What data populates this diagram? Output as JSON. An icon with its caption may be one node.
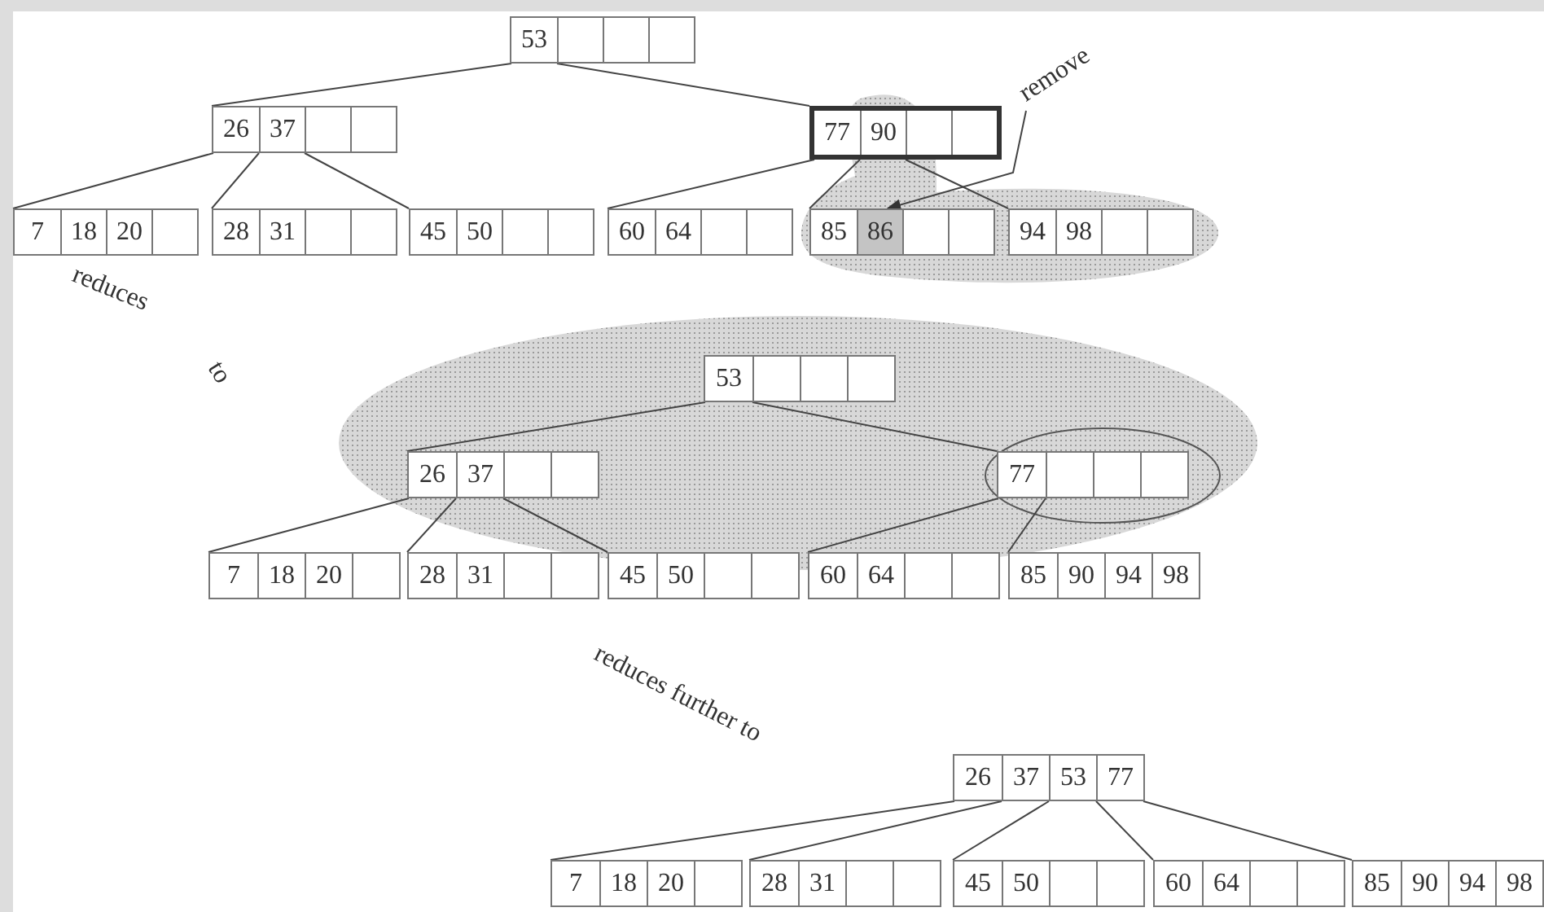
{
  "diagram": {
    "nodes": [
      {
        "text": [
          "53"
        ]
      },
      {
        "text": [
          "26",
          "37"
        ]
      },
      {
        "text": [
          "77",
          "90"
        ]
      },
      {
        "text": [
          "7",
          "18",
          "20"
        ]
      },
      {
        "text": [
          "28",
          "31"
        ]
      },
      {
        "text": [
          "45",
          "50"
        ]
      },
      {
        "text": [
          "60",
          "64"
        ]
      },
      {
        "text": [
          "85",
          "86"
        ]
      },
      {
        "text": [
          "94",
          "98"
        ]
      },
      {
        "text": [
          "remove"
        ]
      },
      {
        "text": [
          "53"
        ]
      },
      {
        "text": [
          "26",
          "37"
        ]
      },
      {
        "text": [
          "77"
        ]
      },
      {
        "text": [
          "7",
          "18",
          "20"
        ]
      },
      {
        "text": [
          "28",
          "31"
        ]
      },
      {
        "text": [
          "45",
          "50"
        ]
      },
      {
        "text": [
          "60",
          "64"
        ]
      },
      {
        "text": [
          "85",
          "90",
          "94",
          "98"
        ]
      },
      {
        "text": [
          "26",
          "37",
          "53",
          "77"
        ]
      },
      {
        "text": [
          "7",
          "18",
          "20"
        ]
      },
      {
        "text": [
          "28",
          "31"
        ]
      },
      {
        "text": [
          "45",
          "50"
        ]
      },
      {
        "text": [
          "60",
          "64"
        ]
      },
      {
        "text": [
          "85",
          "90",
          "94",
          "98"
        ]
      }
    ],
    "edges": [
      {
        "from": 0,
        "to": 1,
        "arrow": "none"
      },
      {
        "from": 0,
        "to": 2,
        "arrow": "none"
      },
      {
        "from": 1,
        "to": 3,
        "arrow": "none"
      },
      {
        "from": 1,
        "to": 4,
        "arrow": "none"
      },
      {
        "from": 1,
        "to": 5,
        "arrow": "none"
      },
      {
        "from": 2,
        "to": 6,
        "arrow": "none"
      },
      {
        "from": 2,
        "to": 7,
        "arrow": "none"
      },
      {
        "from": 2,
        "to": 8,
        "arrow": "none"
      },
      {
        "from": 9,
        "to": 7,
        "arrow": "to"
      },
      {
        "from": 10,
        "to": 11,
        "arrow": "none"
      },
      {
        "from": 10,
        "to": 12,
        "arrow": "none"
      },
      {
        "from": 11,
        "to": 13,
        "arrow": "none"
      },
      {
        "from": 11,
        "to": 14,
        "arrow": "none"
      },
      {
        "from": 11,
        "to": 15,
        "arrow": "none"
      },
      {
        "from": 12,
        "to": 16,
        "arrow": "none"
      },
      {
        "from": 12,
        "to": 17,
        "arrow": "none"
      },
      {
        "from": 18,
        "to": 19,
        "arrow": "none"
      },
      {
        "from": 18,
        "to": 20,
        "arrow": "none"
      },
      {
        "from": 18,
        "to": 21,
        "arrow": "none"
      },
      {
        "from": 18,
        "to": 22,
        "arrow": "none"
      },
      {
        "from": 18,
        "to": 23,
        "arrow": "none"
      }
    ],
    "labels": [
      "reduces",
      "to",
      "reduces further to"
    ]
  }
}
